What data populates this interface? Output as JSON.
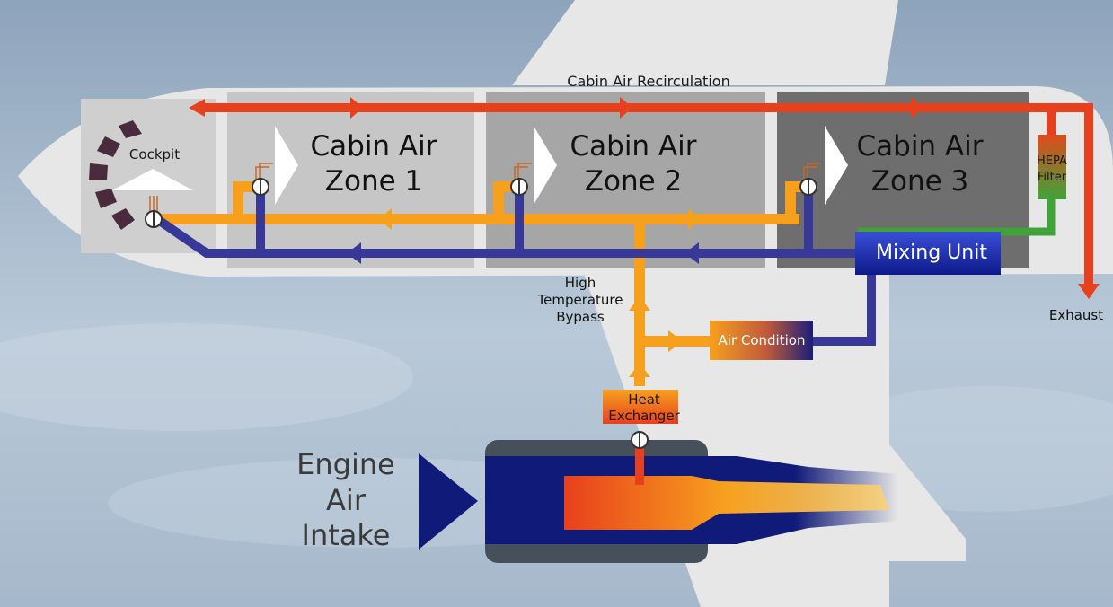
{
  "labels": {
    "recirculation": "Cabin Air Recirculation",
    "cockpit": "Cockpit",
    "zone1": [
      "Cabin Air",
      "Zone 1"
    ],
    "zone2": [
      "Cabin Air",
      "Zone 2"
    ],
    "zone3": [
      "Cabin Air",
      "Zone 3"
    ],
    "hepa": [
      "HEPA",
      "Filter"
    ],
    "mixing_unit": "Mixing Unit",
    "exhaust": "Exhaust",
    "bypass": [
      "High",
      "Temperature",
      "Bypass"
    ],
    "air_condition": "Air Condition",
    "heat_exchanger": [
      "Heat",
      "Exchanger"
    ],
    "engine_intake": [
      "Engine",
      "Air",
      "Intake"
    ]
  },
  "colors": {
    "hot_air": "#e8401c",
    "warm_air": "#f7a01e",
    "cool_air": "#37389a",
    "filtered_air": "#3fa33a",
    "engine": "#101a78"
  }
}
